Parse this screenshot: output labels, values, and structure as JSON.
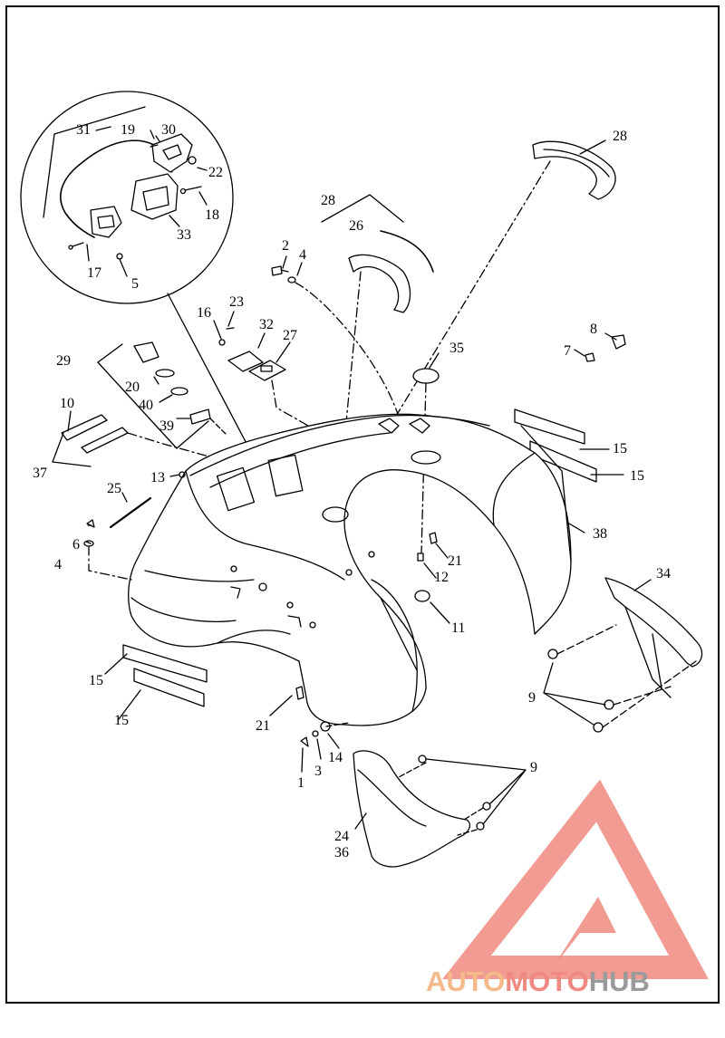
{
  "diagram": {
    "part_callouts": {
      "c31": "31",
      "c19": "19",
      "c30": "30",
      "c22": "22",
      "c18": "18",
      "c33": "33",
      "c17": "17",
      "c5": "5",
      "c28a": "28",
      "c28b": "28",
      "c26": "26",
      "c2": "2",
      "c4a": "4",
      "c23": "23",
      "c16": "16",
      "c32": "32",
      "c27": "27",
      "c29": "29",
      "c20": "20",
      "c40": "40",
      "c39": "39",
      "c10": "10",
      "c37": "37",
      "c35": "35",
      "c8": "8",
      "c7": "7",
      "c15a": "15",
      "c15b": "15",
      "c13": "13",
      "c25": "25",
      "c6": "6",
      "c4b": "4",
      "c38": "38",
      "c21a": "21",
      "c12": "12",
      "c11": "11",
      "c34": "34",
      "c15c": "15",
      "c15d": "15",
      "c21b": "21",
      "c14": "14",
      "c3": "3",
      "c1": "1",
      "c9a": "9",
      "c9b": "9",
      "c24": "24",
      "c36": "36"
    }
  },
  "watermark": {
    "text_part1": "AUTO",
    "text_part2": "MOTO",
    "text_part3": "HUB",
    "color_primary": "#f08a80",
    "color_orange": "#f5b98a",
    "color_gray": "#9a9a9a"
  }
}
